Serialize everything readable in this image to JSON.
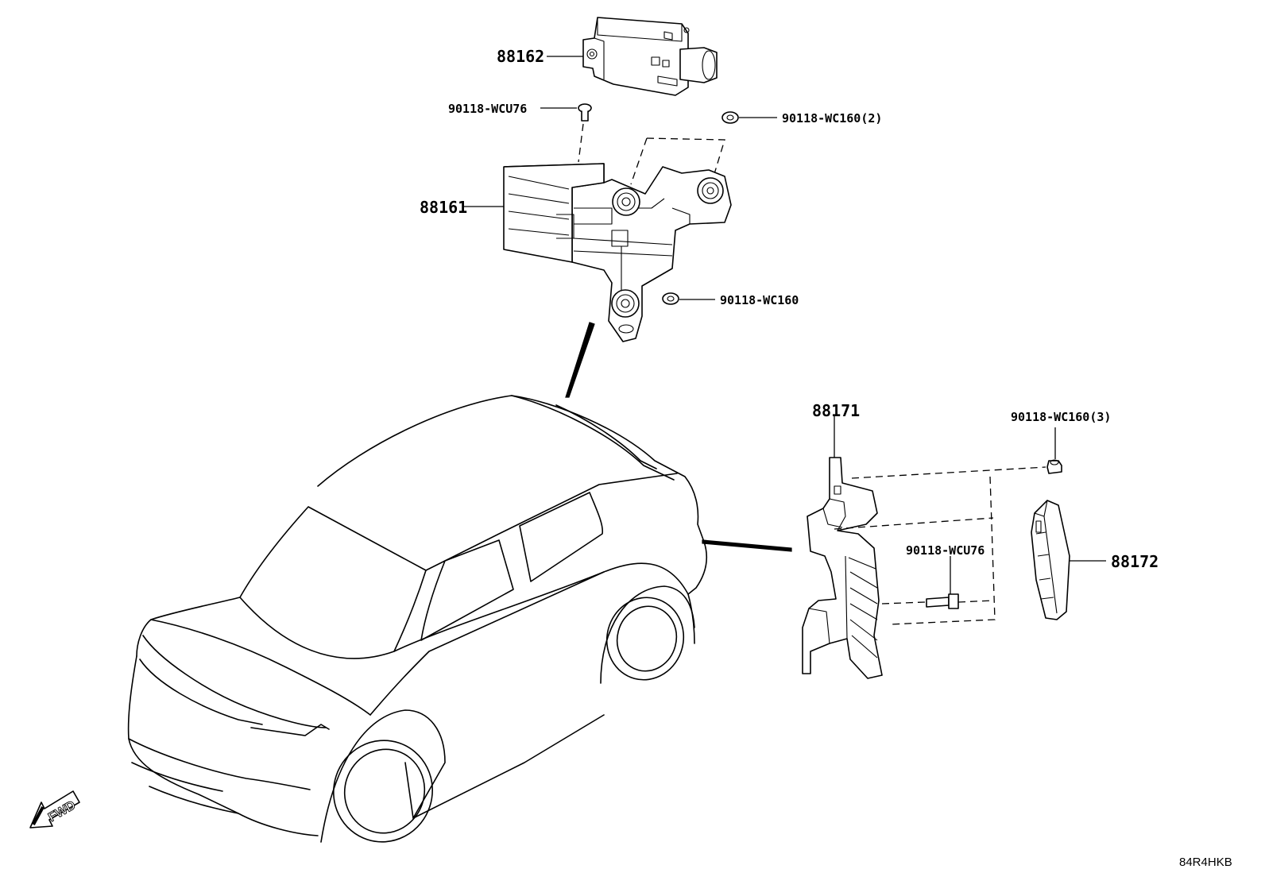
{
  "diagram": {
    "parts": {
      "p88162": "88162",
      "p88161": "88161",
      "p88171": "88171",
      "p88172": "88172"
    },
    "fasteners": {
      "bolt_top": "90118-WCU76",
      "nut_top": "90118-WC160(2)",
      "nut_mid": "90118-WC160",
      "nut_right": "90118-WC160(3)",
      "bolt_right": "90118-WCU76"
    },
    "direction_label": "FWD",
    "drawing_code": "84R4HKB"
  }
}
